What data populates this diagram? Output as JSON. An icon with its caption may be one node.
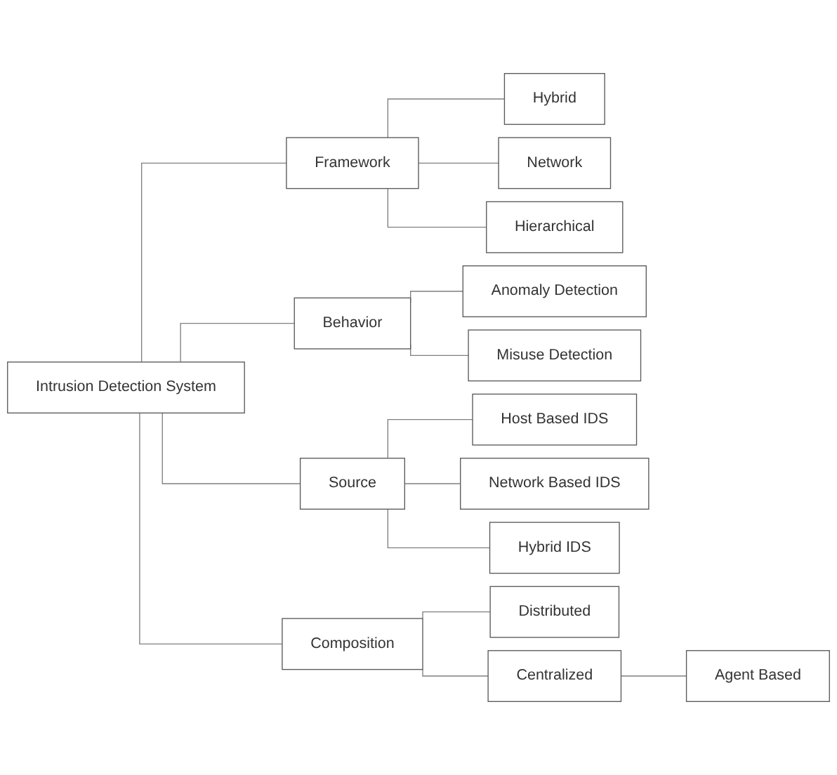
{
  "diagram": {
    "nodes": [
      {
        "text": [
          "Intrusion Detection System"
        ]
      },
      {
        "text": [
          "Framework"
        ]
      },
      {
        "text": [
          "Hybrid"
        ]
      },
      {
        "text": [
          "Network"
        ]
      },
      {
        "text": [
          "Hierarchical"
        ]
      },
      {
        "text": [
          "Behavior"
        ]
      },
      {
        "text": [
          "Anomaly Detection"
        ]
      },
      {
        "text": [
          "Misuse Detection"
        ]
      },
      {
        "text": [
          "Source"
        ]
      },
      {
        "text": [
          "Host Based IDS"
        ]
      },
      {
        "text": [
          "Network Based IDS"
        ]
      },
      {
        "text": [
          "Hybrid IDS"
        ]
      },
      {
        "text": [
          "Composition"
        ]
      },
      {
        "text": [
          "Distributed"
        ]
      },
      {
        "text": [
          "Centralized"
        ]
      },
      {
        "text": [
          "Agent Based"
        ]
      }
    ],
    "edges": [
      {
        "from": 0,
        "to": 1,
        "arrow": "none"
      },
      {
        "from": 0,
        "to": 5,
        "arrow": "none"
      },
      {
        "from": 0,
        "to": 8,
        "arrow": "none"
      },
      {
        "from": 0,
        "to": 12,
        "arrow": "none"
      },
      {
        "from": 1,
        "to": 2,
        "arrow": "none"
      },
      {
        "from": 1,
        "to": 3,
        "arrow": "none"
      },
      {
        "from": 1,
        "to": 4,
        "arrow": "none"
      },
      {
        "from": 5,
        "to": 6,
        "arrow": "none"
      },
      {
        "from": 5,
        "to": 7,
        "arrow": "none"
      },
      {
        "from": 8,
        "to": 9,
        "arrow": "none"
      },
      {
        "from": 8,
        "to": 10,
        "arrow": "none"
      },
      {
        "from": 8,
        "to": 11,
        "arrow": "none"
      },
      {
        "from": 12,
        "to": 13,
        "arrow": "none"
      },
      {
        "from": 12,
        "to": 14,
        "arrow": "none"
      },
      {
        "from": 14,
        "to": 15,
        "arrow": "none"
      }
    ]
  }
}
